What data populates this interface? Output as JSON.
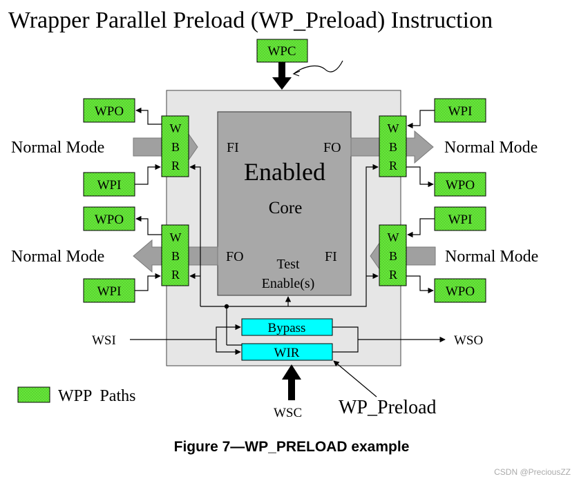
{
  "title": "Wrapper Parallel Preload (WP_Preload) Instruction",
  "caption": "Figure 7—WP_PRELOAD example",
  "watermark": "CSDN @PreciousZZ",
  "core": {
    "title": "Enabled",
    "subtitle": "Core",
    "test_label_1": "Test",
    "test_label_2": "Enable(s)"
  },
  "wpc": "WPC",
  "wbr_letters": [
    "W",
    "B",
    "R"
  ],
  "terminals": {
    "wpo": "WPO",
    "wpi": "WPI"
  },
  "modes": {
    "normal": "Normal Mode"
  },
  "ports": {
    "fi": "FI",
    "fo": "FO"
  },
  "registers": {
    "bypass": "Bypass",
    "wir": "WIR"
  },
  "signals": {
    "wsi": "WSI",
    "wso": "WSO",
    "wsc": "WSC",
    "wp_preload": "WP_Preload"
  },
  "legend": {
    "label": "WPP  Paths"
  },
  "colors": {
    "green": "#66e63a",
    "cyan": "#00ffff",
    "core_gray": "#a8a8a8",
    "wrapper_gray": "#e6e6e6",
    "arrow_gray": "#a0a0a0"
  }
}
